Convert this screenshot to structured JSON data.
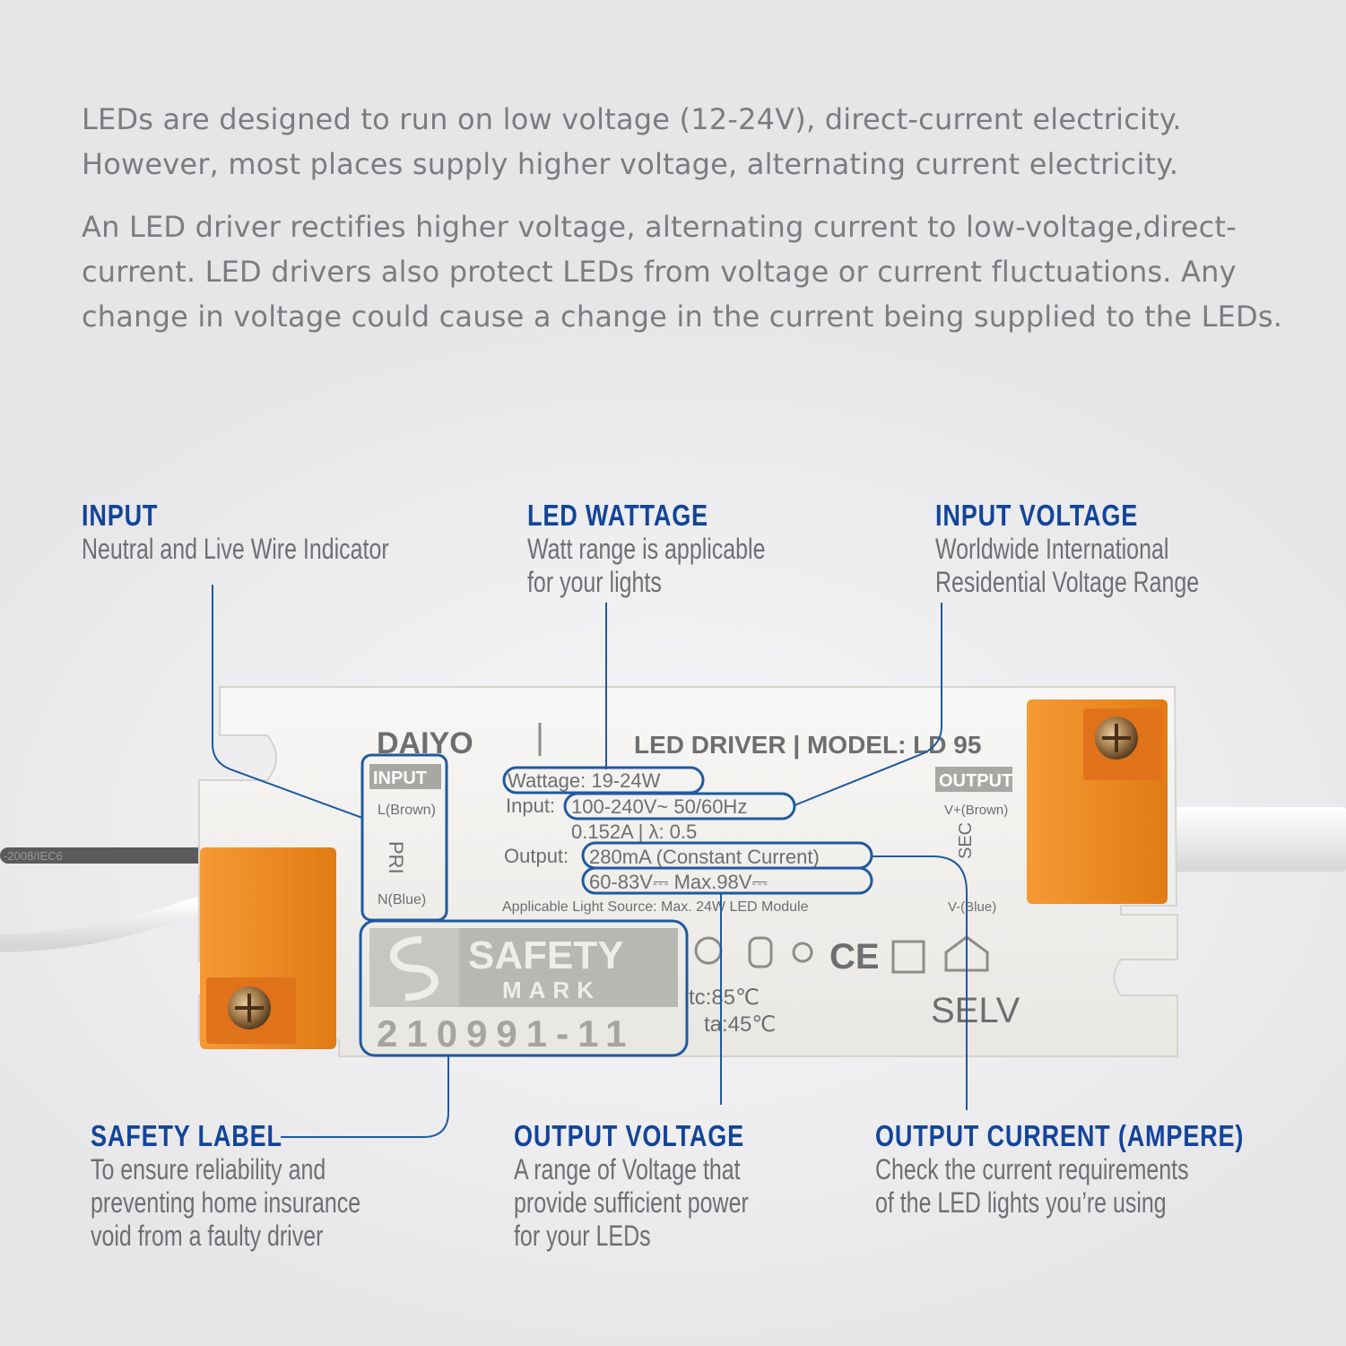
{
  "intro": {
    "p1": "LEDs are designed to run on low voltage (12-24V), direct-current electricity. However, most places supply higher voltage, alternating current electricity.",
    "p2": "An LED driver rectifies higher voltage, alternating current to low-voltage,direct-current. LED drivers also protect LEDs from voltage or current fluctuations. Any change in voltage could cause a change in the current being supplied to the LEDs."
  },
  "callouts": {
    "input": {
      "title": "INPUT",
      "desc": [
        "Neutral and Live Wire Indicator"
      ]
    },
    "led_wattage": {
      "title": "LED WATTAGE",
      "desc": [
        "Watt range is applicable",
        "for your lights"
      ]
    },
    "input_voltage": {
      "title": "INPUT VOLTAGE",
      "desc": [
        "Worldwide International",
        "Residential Voltage Range"
      ]
    },
    "safety_label": {
      "title": "SAFETY LABEL",
      "desc": [
        "To ensure reliability and",
        "preventing home insurance",
        "void from a faulty driver"
      ]
    },
    "output_voltage": {
      "title": "OUTPUT VOLTAGE",
      "desc": [
        "A range of Voltage that",
        "provide sufficient power",
        "for your LEDs"
      ]
    },
    "output_current": {
      "title": "OUTPUT CURRENT (AMPERE)",
      "desc": [
        "Check the current requirements",
        "of the LED lights you’re using"
      ]
    }
  },
  "driver": {
    "brand": "DAIYO",
    "model": "LED DRIVER | MODEL: LD 95",
    "input_box": "INPUT",
    "input_l": "L(Brown)",
    "input_n": "N(Blue)",
    "prt": "PRI",
    "output_box": "OUTPUT",
    "output_v_plus": "V+(Brown)",
    "output_v_minus": "V-(Blue)",
    "sec": "SEC",
    "wattage": "Wattage: 19-24W",
    "input_label": "Input:",
    "input_value": "100-240V~ 50/60Hz",
    "current_pf": "0.152A  |  λ: 0.5",
    "output_label": "Output:",
    "output_current": "280mA (Constant Current)",
    "output_voltage": "60-83V⎓     Max.98V⎓",
    "light_source": "Applicable Light Source: Max. 24W LED Module",
    "safety_word": "SAFETY",
    "mark_word": "MARK",
    "cert_number": "210991-11",
    "tc": "tc:85℃",
    "ta": "ta:45℃",
    "ce": "CE",
    "selv": "SELV",
    "cable_print": "-2008/IEC6"
  },
  "colors": {
    "callout_title": "#12449a",
    "callout_line": "#1f5a9e",
    "terminal_orange": "#f08a24",
    "driver_body": "#f3f1ee"
  }
}
